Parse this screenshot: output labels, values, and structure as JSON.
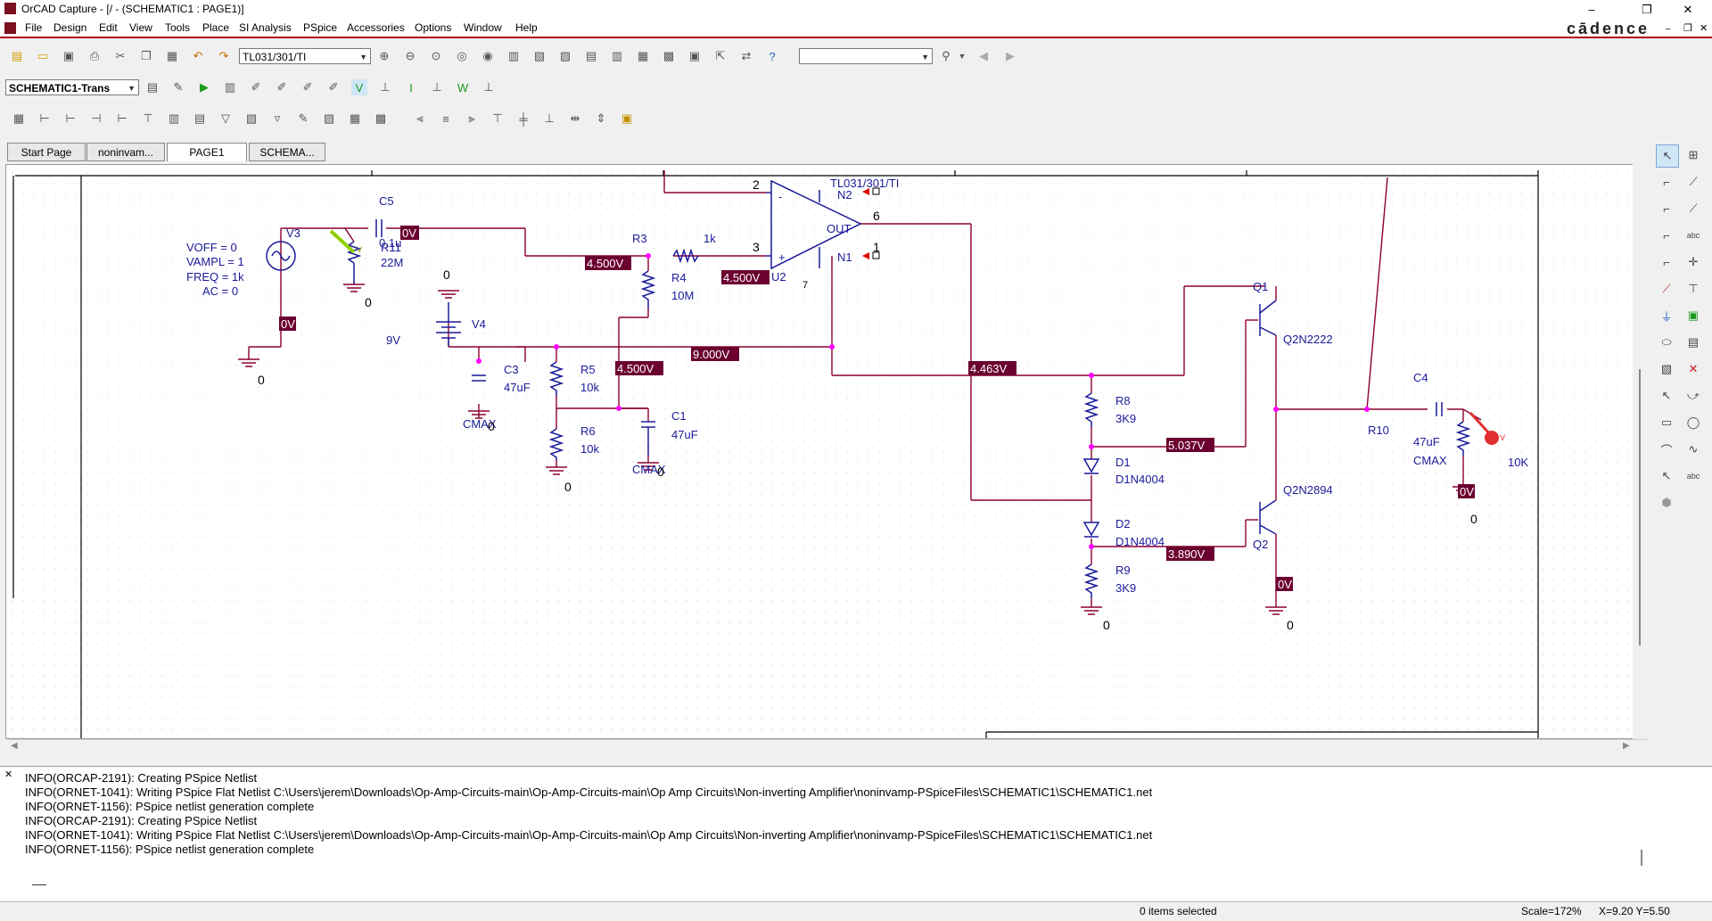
{
  "window": {
    "title": "OrCAD Capture - [/ - (SCHEMATIC1 : PAGE1)]",
    "controls": [
      "–",
      "❐",
      "✕"
    ],
    "brand": "cādence"
  },
  "menu": [
    "File",
    "Design",
    "Edit",
    "View",
    "Tools",
    "Place",
    "SI Analysis",
    "PSpice",
    "Accessories",
    "Options",
    "Window",
    "Help"
  ],
  "toolbar": {
    "part_combo": "TL031/301/TI",
    "search_combo": "",
    "profile_combo": "SCHEMATIC1-Trans"
  },
  "tabs": [
    {
      "label": "Start Page"
    },
    {
      "label": "noninvam..."
    },
    {
      "label": "PAGE1"
    },
    {
      "label": "SCHEMA..."
    }
  ],
  "schematic": {
    "components": {
      "V3": {
        "ref": "V3",
        "params": [
          "VOFF = 0",
          "VAMPL = 1",
          "FREQ = 1k",
          "AC = 0"
        ]
      },
      "C5": {
        "ref": "C5",
        "value": "0.1u"
      },
      "R11": {
        "ref": "R11",
        "value": "22M"
      },
      "V4": {
        "ref": "V4",
        "value": "9V"
      },
      "C3": {
        "ref": "C3",
        "value": "47uF",
        "extra": "CMAX"
      },
      "R3": {
        "ref": "R3",
        "value": "1k"
      },
      "R4": {
        "ref": "R4",
        "value": "10M"
      },
      "R5": {
        "ref": "R5",
        "value": "10k"
      },
      "R6": {
        "ref": "R6",
        "value": "10k"
      },
      "C1": {
        "ref": "C1",
        "value": "47uF",
        "extra": "CMAX"
      },
      "U2": {
        "ref": "U2",
        "part": "TL031/301/TI",
        "pins": {
          "inv": "2",
          "noninv": "3",
          "out": "6",
          "n2": "N2",
          "n1": "N1",
          "p7": "7",
          "p1": "1",
          "minus": "-",
          "plus": "+",
          "out_lbl": "OUT"
        }
      },
      "R8": {
        "ref": "R8",
        "value": "3K9"
      },
      "R9": {
        "ref": "R9",
        "value": "3K9"
      },
      "D1": {
        "ref": "D1",
        "value": "D1N4004"
      },
      "D2": {
        "ref": "D2",
        "value": "D1N4004"
      },
      "Q1": {
        "ref": "Q1",
        "value": "Q2N2222"
      },
      "Q2": {
        "ref": "Q2",
        "value": "Q2N2894"
      },
      "C4": {
        "ref": "C4",
        "value": "47uF",
        "extra": "CMAX"
      },
      "R10": {
        "ref": "R10",
        "value": "10K"
      },
      "V_node": "V"
    },
    "grounds": {
      "g_v3": "0",
      "g_r11": "0",
      "g_v4top": "0",
      "g_c3": "0",
      "g_r6": "0",
      "g_c1": "0",
      "g_r9": "0",
      "g_q2": "0",
      "g_c4": "0"
    },
    "voltages": {
      "v_c5": "0V",
      "v_inp": "4.500V",
      "v_u2": "4.500V",
      "v_r5": "4.500V",
      "v_v3": "0V",
      "v_9v": "9.000V",
      "v_out": "4.463V",
      "v_d1": "5.037V",
      "v_d2": "3.890V",
      "v_q2": "0V",
      "v_c4": "0V"
    }
  },
  "log": [
    "INFO(ORCAP-2191): Creating PSpice Netlist",
    "INFO(ORNET-1041): Writing PSpice Flat Netlist C:\\Users\\jerem\\Downloads\\Op-Amp-Circuits-main\\Op-Amp-Circuits-main\\Op Amp Circuits\\Non-inverting Amplifier\\noninvamp-PSpiceFiles\\SCHEMATIC1\\SCHEMATIC1.net",
    "INFO(ORNET-1156): PSpice netlist generation complete",
    "INFO(ORCAP-2191): Creating PSpice Netlist",
    "INFO(ORNET-1041): Writing PSpice Flat Netlist C:\\Users\\jerem\\Downloads\\Op-Amp-Circuits-main\\Op-Amp-Circuits-main\\Op Amp Circuits\\Non-inverting Amplifier\\noninvamp-PSpiceFiles\\SCHEMATIC1\\SCHEMATIC1.net",
    "INFO(ORNET-1156): PSpice netlist generation complete"
  ],
  "status": {
    "selection": "0 items selected",
    "scale": "Scale=172%",
    "coords": "X=9.20  Y=5.50"
  },
  "colors": {
    "wire": "#8b0030",
    "component": "#1a1a9a",
    "node": "#ff00ff",
    "label_bg": "#6b0030",
    "pin_arrow": "#e00000"
  }
}
